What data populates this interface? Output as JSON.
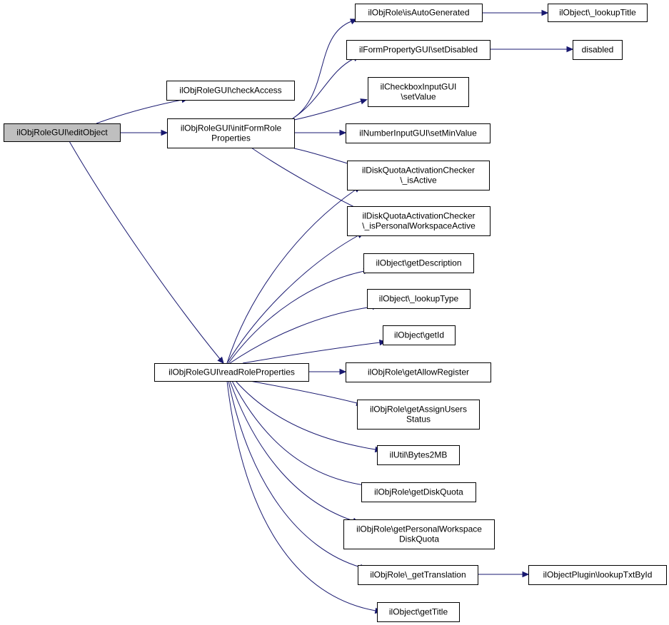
{
  "nodes": [
    {
      "id": "editObject",
      "lines": [
        "ilObjRoleGUI\\editObject"
      ],
      "root": true
    },
    {
      "id": "checkAccess",
      "lines": [
        "ilObjRoleGUI\\checkAccess"
      ]
    },
    {
      "id": "initForm",
      "lines": [
        "ilObjRoleGUI\\initFormRole",
        "Properties"
      ]
    },
    {
      "id": "readRole",
      "lines": [
        "ilObjRoleGUI\\readRoleProperties"
      ]
    },
    {
      "id": "isAutoGenerated",
      "lines": [
        "ilObjRole\\isAutoGenerated"
      ]
    },
    {
      "id": "lookupTitle",
      "lines": [
        "ilObject\\_lookupTitle"
      ]
    },
    {
      "id": "setDisabled",
      "lines": [
        "ilFormPropertyGUI\\setDisabled"
      ]
    },
    {
      "id": "disabled",
      "lines": [
        "disabled"
      ]
    },
    {
      "id": "cbSetValue",
      "lines": [
        "ilCheckboxInputGUI",
        "\\setValue"
      ]
    },
    {
      "id": "setMinValue",
      "lines": [
        "ilNumberInputGUI\\setMinValue"
      ]
    },
    {
      "id": "dqIsActive",
      "lines": [
        "ilDiskQuotaActivationChecker",
        "\\_isActive"
      ]
    },
    {
      "id": "dqIsPW",
      "lines": [
        "ilDiskQuotaActivationChecker",
        "\\_isPersonalWorkspaceActive"
      ]
    },
    {
      "id": "getDescription",
      "lines": [
        "ilObject\\getDescription"
      ]
    },
    {
      "id": "lookupType",
      "lines": [
        "ilObject\\_lookupType"
      ]
    },
    {
      "id": "getId",
      "lines": [
        "ilObject\\getId"
      ]
    },
    {
      "id": "getAllowRegister",
      "lines": [
        "ilObjRole\\getAllowRegister"
      ]
    },
    {
      "id": "getAssignUsers",
      "lines": [
        "ilObjRole\\getAssignUsers",
        "Status"
      ]
    },
    {
      "id": "bytes2MB",
      "lines": [
        "ilUtil\\Bytes2MB"
      ]
    },
    {
      "id": "getDiskQuota",
      "lines": [
        "ilObjRole\\getDiskQuota"
      ]
    },
    {
      "id": "getPWDiskQuota",
      "lines": [
        "ilObjRole\\getPersonalWorkspace",
        "DiskQuota"
      ]
    },
    {
      "id": "getTranslation",
      "lines": [
        "ilObjRole\\_getTranslation"
      ]
    },
    {
      "id": "lookupTxtById",
      "lines": [
        "ilObjectPlugin\\lookupTxtById"
      ]
    },
    {
      "id": "getTitle",
      "lines": [
        "ilObject\\getTitle"
      ]
    }
  ],
  "edges": [
    {
      "from": "editObject",
      "to": "checkAccess"
    },
    {
      "from": "editObject",
      "to": "initForm"
    },
    {
      "from": "editObject",
      "to": "readRole"
    },
    {
      "from": "initForm",
      "to": "isAutoGenerated"
    },
    {
      "from": "initForm",
      "to": "setDisabled"
    },
    {
      "from": "initForm",
      "to": "cbSetValue"
    },
    {
      "from": "initForm",
      "to": "setMinValue"
    },
    {
      "from": "initForm",
      "to": "dqIsActive"
    },
    {
      "from": "initForm",
      "to": "dqIsPW"
    },
    {
      "from": "isAutoGenerated",
      "to": "lookupTitle"
    },
    {
      "from": "setDisabled",
      "to": "disabled"
    },
    {
      "from": "readRole",
      "to": "dqIsActive"
    },
    {
      "from": "readRole",
      "to": "dqIsPW"
    },
    {
      "from": "readRole",
      "to": "getDescription"
    },
    {
      "from": "readRole",
      "to": "lookupType"
    },
    {
      "from": "readRole",
      "to": "getId"
    },
    {
      "from": "readRole",
      "to": "getAllowRegister"
    },
    {
      "from": "readRole",
      "to": "getAssignUsers"
    },
    {
      "from": "readRole",
      "to": "bytes2MB"
    },
    {
      "from": "readRole",
      "to": "getDiskQuota"
    },
    {
      "from": "readRole",
      "to": "getPWDiskQuota"
    },
    {
      "from": "readRole",
      "to": "getTranslation"
    },
    {
      "from": "readRole",
      "to": "getTitle"
    },
    {
      "from": "getTranslation",
      "to": "lookupTxtById"
    }
  ],
  "colors": {
    "edge": "#191970",
    "root_fill": "#bfbfbf",
    "node_fill": "#ffffff",
    "node_stroke": "#000000"
  }
}
